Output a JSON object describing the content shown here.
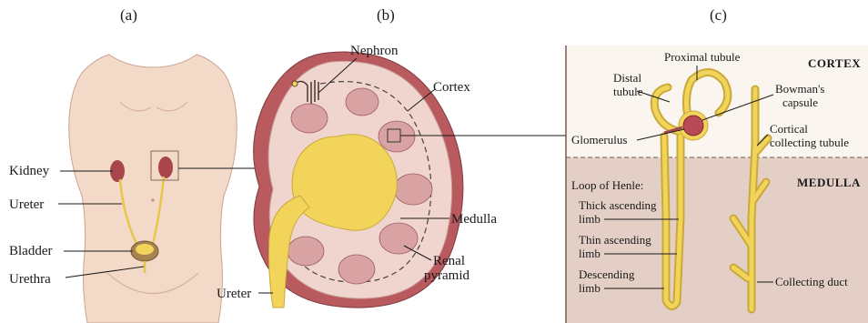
{
  "panels": {
    "a": "(a)",
    "b": "(b)",
    "c": "(c)"
  },
  "panel_a": {
    "kidney": "Kidney",
    "ureter": "Ureter",
    "bladder": "Bladder",
    "urethra": "Urethra"
  },
  "panel_b": {
    "nephron": "Nephron",
    "cortex": "Cortex",
    "medulla": "Medulla",
    "renal_pyramid_line1": "Renal",
    "renal_pyramid_line2": "pyramid",
    "ureter": "Ureter"
  },
  "panel_c": {
    "zone_cortex": "CORTEX",
    "zone_medulla": "MEDULLA",
    "proximal_tubule": "Proximal tubule",
    "distal_tubule_line1": "Distal",
    "distal_tubule_line2": "tubule",
    "bowmans_line1": "Bowman's",
    "bowmans_line2": "capsule",
    "glomerulus": "Glomerulus",
    "cortical_line1": "Cortical",
    "cortical_line2": "collecting tubule",
    "loop_of_henle": "Loop of Henle:",
    "thick_line1": "Thick ascending",
    "thick_line2": "limb",
    "thin_line1": "Thin ascending",
    "thin_line2": "limb",
    "descending_line1": "Descending",
    "descending_line2": "limb",
    "collecting_duct": "Collecting duct"
  },
  "colors": {
    "skin": "#f3d9c8",
    "kidney": "#a8454c",
    "urine_yellow": "#f2d45a",
    "cortex_bg": "#fbf5ef",
    "medulla_bg": "#e3cfc6"
  }
}
